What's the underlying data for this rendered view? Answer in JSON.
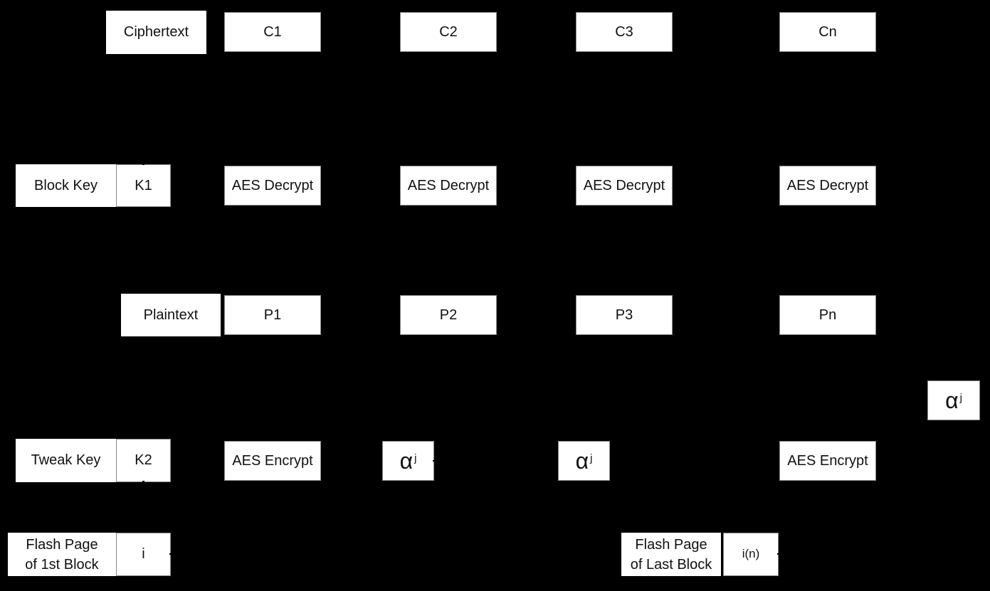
{
  "diagram": {
    "type": "XTS-AES decryption block diagram",
    "background": "#000000",
    "box_fill": "#ffffff",
    "rows": {
      "ciphertext": {
        "label": "Ciphertext",
        "blocks": [
          "C1",
          "C2",
          "C3",
          "Cn"
        ]
      },
      "decrypt": {
        "key_label": "Block Key",
        "key_name": "K1",
        "blocks": [
          "AES Decrypt",
          "AES Decrypt",
          "AES Decrypt",
          "AES Decrypt"
        ]
      },
      "plaintext": {
        "label": "Plaintext",
        "blocks": [
          "P1",
          "P2",
          "P3",
          "Pn"
        ]
      },
      "tweak": {
        "key_label": "Tweak Key",
        "key_name": "K2",
        "encrypt_first": "AES Encrypt",
        "encrypt_last": "AES Encrypt",
        "multipliers": [
          {
            "base": "α",
            "exp": "j"
          },
          {
            "base": "α",
            "exp": "j"
          },
          {
            "base": "α",
            "exp": "j"
          }
        ]
      },
      "flash_page": {
        "first_label_line1": "Flash Page",
        "first_label_line2": "of 1st Block",
        "first_index": "i",
        "last_label_line1": "Flash Page",
        "last_label_line2": "of Last Block",
        "last_index": "i(n)"
      }
    }
  }
}
